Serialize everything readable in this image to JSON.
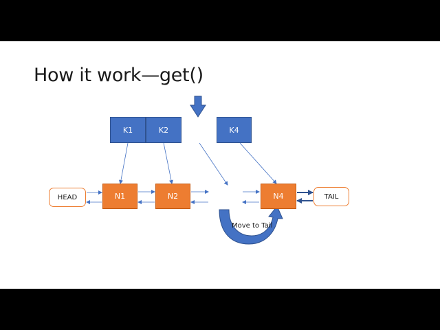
{
  "slide": {
    "title": "How it work—get()"
  },
  "keys": [
    {
      "id": "k1",
      "label": "K1"
    },
    {
      "id": "k2",
      "label": "K2"
    },
    {
      "id": "k4",
      "label": "K4"
    }
  ],
  "nodes": [
    {
      "id": "n1",
      "label": "N1"
    },
    {
      "id": "n2",
      "label": "N2"
    },
    {
      "id": "n4",
      "label": "N4"
    }
  ],
  "sentinels": {
    "head": "HEAD",
    "tail": "TAIL"
  },
  "annotation": {
    "move_label": "Move to Tail"
  },
  "colors": {
    "key_fill": "#4472c4",
    "key_border": "#2f528f",
    "node_fill": "#ed7d31",
    "node_border": "#c55a11",
    "sentinel_border": "#ed7d31",
    "arrow": "#4472c4"
  }
}
